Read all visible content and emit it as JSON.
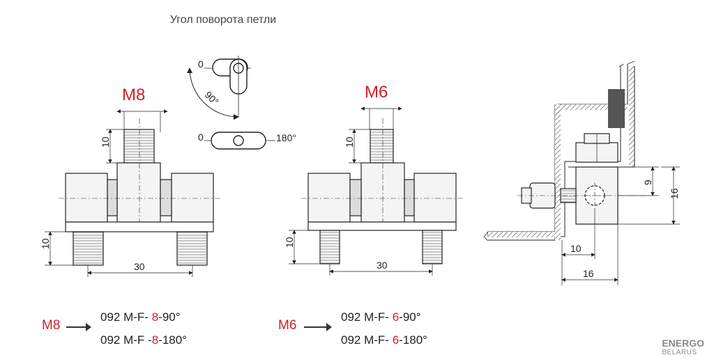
{
  "title": "Угол поворота петли",
  "rotation": {
    "zero_top": "0",
    "angle_label": "90°",
    "zero_bottom": "0",
    "angle_180": "180°"
  },
  "left_view": {
    "thread": "M8",
    "dim_top": "10",
    "dim_bottom": "10",
    "dim_width": "30"
  },
  "middle_view": {
    "thread": "M6",
    "dim_top": "10",
    "dim_bottom": "10",
    "dim_width": "30"
  },
  "side_view": {
    "dim_9": "9",
    "dim_16_v": "16",
    "dim_10": "10",
    "dim_16_h": "16"
  },
  "codes": {
    "m8_label": "M8",
    "m8_line1_a": "092  M-F-  ",
    "m8_line1_red": "8",
    "m8_line1_b": "-90°",
    "m8_line2_a": "092  M-F  -",
    "m8_line2_red": "8",
    "m8_line2_b": "-180°",
    "m6_label": "M6",
    "m6_line1_a": "092  M-F-  ",
    "m6_line1_red": "6",
    "m6_line1_b": "-90°",
    "m6_line2_a": "092  M-F-  ",
    "m6_line2_red": "6",
    "m6_line2_b": "-180°"
  },
  "logo": {
    "line1": "ENERGO",
    "line2": "BELARUS"
  },
  "colors": {
    "accent": "#d21f26",
    "line": "#222222",
    "fill": "#f4f4f4",
    "pad": "#555555"
  }
}
